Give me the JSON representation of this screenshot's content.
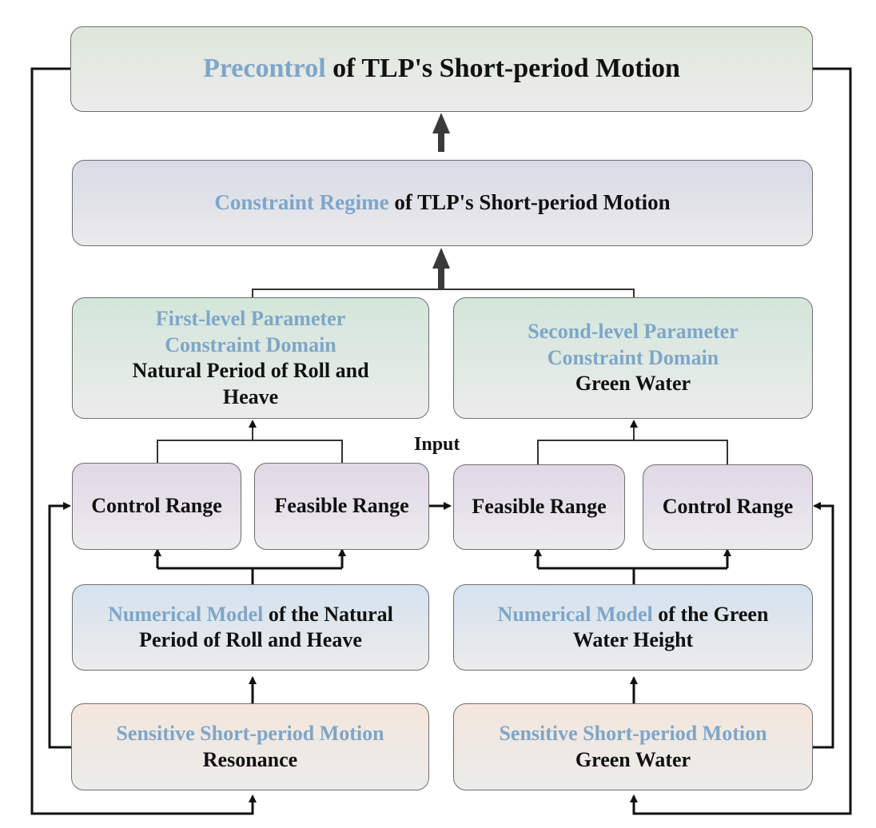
{
  "top": {
    "accent": "Precontrol",
    "rest": " of TLP's Short-period Motion"
  },
  "constraint": {
    "accent": "Constraint Regime",
    "rest": " of TLP's Short-period Motion"
  },
  "first_domain": {
    "line1": "First-level Parameter",
    "line2": "Constraint Domain",
    "line3": "Natural Period of Roll and",
    "line4": "Heave"
  },
  "second_domain": {
    "line1": "Second-level Parameter",
    "line2": "Constraint Domain",
    "line3": "Green Water"
  },
  "input_label": "Input",
  "left_ranges": {
    "control": "Control Range",
    "feasible": "Feasible Range"
  },
  "right_ranges": {
    "feasible": "Feasible Range",
    "control": "Control Range"
  },
  "left_model": {
    "accent": "Numerical Model",
    "rest": " of the Natural",
    "line2": "Period of Roll and Heave"
  },
  "right_model": {
    "accent": "Numerical Model",
    "rest": " of the Green",
    "line2": "Water Height"
  },
  "left_sensitive": {
    "accent": "Sensitive Short-period Motion",
    "line2": "Resonance"
  },
  "right_sensitive": {
    "accent": "Sensitive Short-period Motion",
    "line2": "Green Water"
  },
  "colors": {
    "accent_text": "#7ea6c9",
    "border": "#6e6e6e",
    "line": "#111111",
    "thick_arrow": "#3a3a3a"
  }
}
